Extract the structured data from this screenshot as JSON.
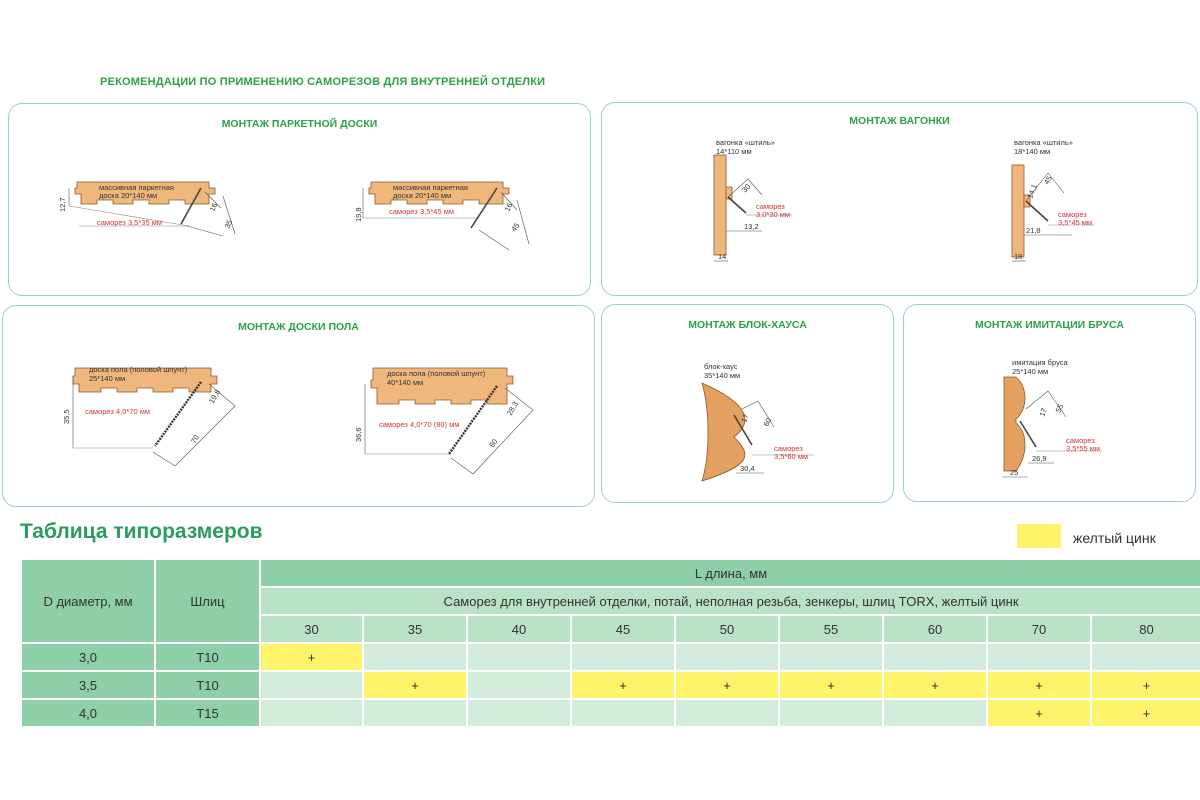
{
  "heading": "РЕКОМЕНДАЦИИ ПО ПРИМЕНЕНИЮ САМОРЕЗОВ ДЛЯ ВНУТРЕННЕЙ ОТДЕЛКИ",
  "panels": {
    "parquet": {
      "title": "МОНТАЖ ПАРКЕТНОЙ ДОСКИ",
      "left": {
        "board": "массивная паркетная",
        "size": "доска 20*140 мм",
        "screw": "саморез 3,5*35 мм",
        "h": "12,7",
        "d1": "16",
        "d2": "35"
      },
      "right": {
        "board": "массивная паркетная",
        "size": "доска 20*140 мм",
        "screw": "саморез 3,5*45 мм",
        "h": "19,8",
        "d1": "16",
        "d2": "45"
      }
    },
    "floor": {
      "title": "МОНТАЖ ДОСКИ ПОЛА",
      "left": {
        "board": "доска пола (половой шпунт)",
        "size": "25*140 мм",
        "screw": "саморез 4,0*70 мм",
        "h": "35,5",
        "d1": "19,8",
        "d2": "70"
      },
      "right": {
        "board": "доска пола (половой шпунт)",
        "size": "40*140 мм",
        "screw": "саморез 4,0*70 (80) мм",
        "h": "36,6",
        "d1": "28,3",
        "d2": "80"
      }
    },
    "lining": {
      "title": "МОНТАЖ ВАГОНКИ",
      "left": {
        "board": "вагонка «штиль»",
        "size": "14*110 мм",
        "screw1": "саморез",
        "screw2": "3,0*30 мм",
        "d1": "30",
        "d2": "13,2",
        "w": "14"
      },
      "right": {
        "board": "вагонка «штиль»",
        "size": "18*140 мм",
        "screw1": "саморез",
        "screw2": "3,5*45 мм",
        "d1": "45",
        "d3": "14,1",
        "d2": "21,8",
        "w": "18"
      }
    },
    "blockhouse": {
      "title": "МОНТАЖ БЛОК-ХАУСА",
      "board": "блок-хаус",
      "size": "35*140 мм",
      "screw1": "саморез",
      "screw2": "3,5*60 мм",
      "d1": "60",
      "d3": "17",
      "d2": "30,4"
    },
    "beam": {
      "title": "МОНТАЖ ИМИТАЦИИ БРУСА",
      "board": "имитация бруса",
      "size": "25*140 мм",
      "screw1": "саморез",
      "screw2": "3,5*55 мм",
      "d1": "55",
      "d3": "17",
      "d2": "26,9",
      "w": "25"
    }
  },
  "table": {
    "title": "Таблица типоразмеров",
    "legend": {
      "label": "желтый цинк",
      "color": "#fef36b"
    },
    "col_diameter": "D диаметр, мм",
    "col_slot": "Шлиц",
    "col_length": "L длина, мм",
    "description": "Саморез для внутренней отделки, потай, неполная резьба, зенкеры, шлиц TORX, желтый цинк",
    "lengths": [
      "30",
      "35",
      "40",
      "45",
      "50",
      "55",
      "60",
      "70",
      "80"
    ],
    "rows": [
      {
        "d": "3,0",
        "slot": "T10",
        "marks": [
          "+",
          "",
          "",
          "",
          "",
          "",
          "",
          "",
          ""
        ]
      },
      {
        "d": "3,5",
        "slot": "T10",
        "marks": [
          "",
          "+",
          "",
          "+",
          "+",
          "+",
          "+",
          "+",
          "+"
        ]
      },
      {
        "d": "4,0",
        "slot": "T15",
        "marks": [
          "",
          "",
          "",
          "",
          "",
          "",
          "",
          "+",
          "+"
        ]
      }
    ]
  }
}
